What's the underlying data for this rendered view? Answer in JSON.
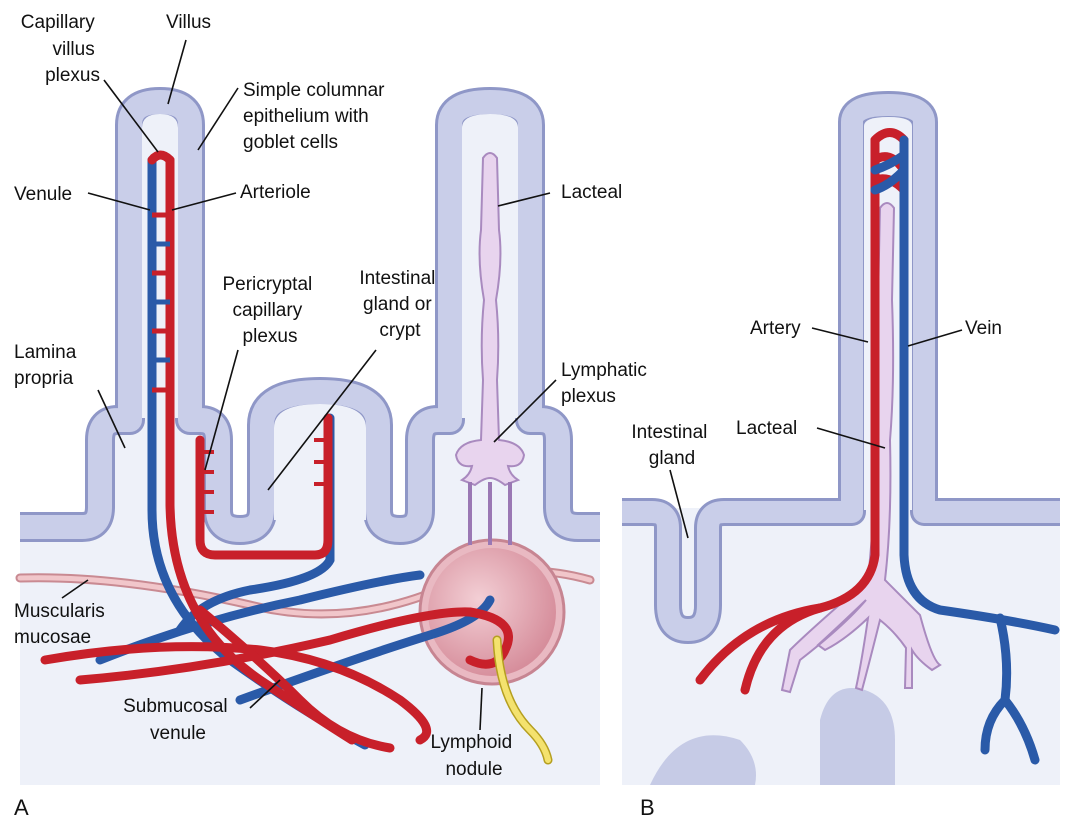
{
  "panels": [
    {
      "letter": "A"
    },
    {
      "letter": "B"
    }
  ],
  "labels_a": {
    "capillary_villus_plexus": [
      "Capillary",
      "villus",
      "plexus"
    ],
    "villus": "Villus",
    "simple_columnar_epithelium": [
      "Simple columnar",
      "epithelium with",
      "goblet cells"
    ],
    "venule": "Venule",
    "arteriole": "Arteriole",
    "lacteal": "Lacteal",
    "pericryptal_capillary_plexus": [
      "Pericryptal",
      "capillary",
      "plexus"
    ],
    "intestinal_gland_or_crypt": [
      "Intestinal",
      "gland or",
      "crypt"
    ],
    "lamina_propria": [
      "Lamina",
      "propria"
    ],
    "lymphatic_plexus": [
      "Lymphatic",
      "plexus"
    ],
    "muscularis_mucosae": [
      "Muscularis",
      "mucosae"
    ],
    "submucosal_venule": [
      "Submucosal",
      "venule"
    ],
    "lymphoid_nodule": [
      "Lymphoid",
      "nodule"
    ]
  },
  "labels_b": {
    "artery": "Artery",
    "vein": "Vein",
    "intestinal_gland": [
      "Intestinal",
      "gland"
    ],
    "lacteal": "Lacteal"
  },
  "colors": {
    "epithelium_outer": "#b9bfe0",
    "epithelium_inner": "#dfe3f3",
    "lamina_propria": "#eef1f9",
    "artery": "#c8202a",
    "vein": "#2a5aa8",
    "lacteal": "#d9c2e3",
    "lacteal_border": "#a98abf",
    "nodule": "#e4a7b2",
    "nerve": "#f0dc5a",
    "muscularis": "#e8b4b8"
  }
}
